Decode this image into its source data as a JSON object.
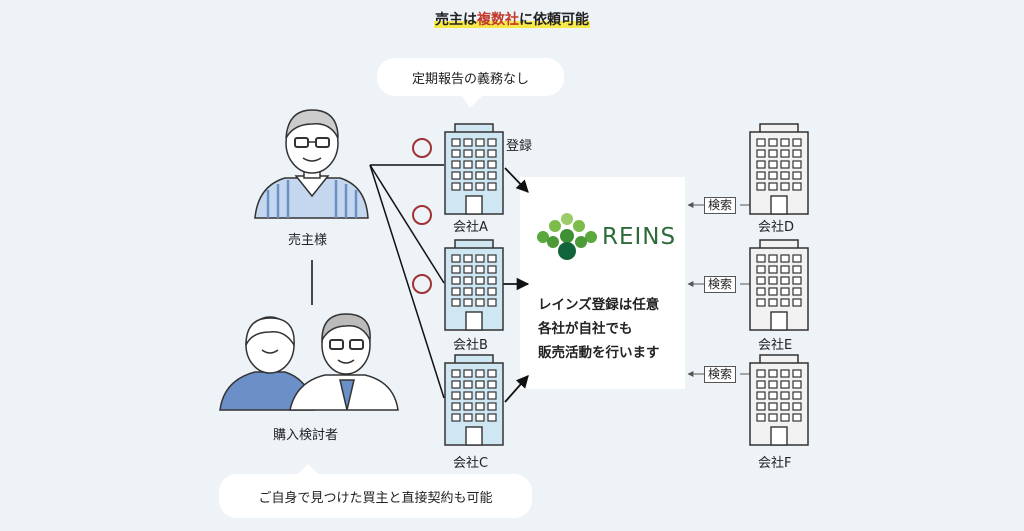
{
  "title": {
    "prefix": "売主は",
    "highlight": "複数社",
    "suffix": "に依頼可能"
  },
  "bubble_top": "定期報告の義務なし",
  "bubble_bottom": "ご自身で見つけた買主と直接契約も可能",
  "seller_label": "売主様",
  "buyers_label": "購入検討者",
  "register_label": "登録",
  "search_label": "検索",
  "companies_left": [
    "会社A",
    "会社B",
    "会社C"
  ],
  "companies_right": [
    "会社D",
    "会社E",
    "会社F"
  ],
  "reins": {
    "logo_word": "REINS",
    "description": [
      "レインズ登録は任意",
      "各社が自社でも",
      "販売活動を行います"
    ]
  },
  "colors": {
    "background": "#eef3f8",
    "building_fill": "#cfe6f3",
    "building_gray": "#f2f2f2",
    "circle": "#a03232",
    "logo_green": "#2e6b3a"
  }
}
